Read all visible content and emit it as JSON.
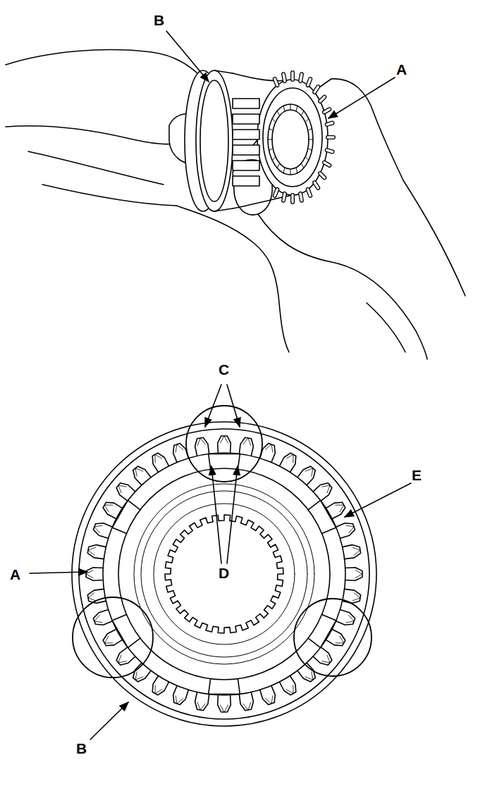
{
  "diagram": {
    "labels": [
      "B",
      "A",
      "C",
      "E",
      "A",
      "D",
      "B"
    ]
  }
}
